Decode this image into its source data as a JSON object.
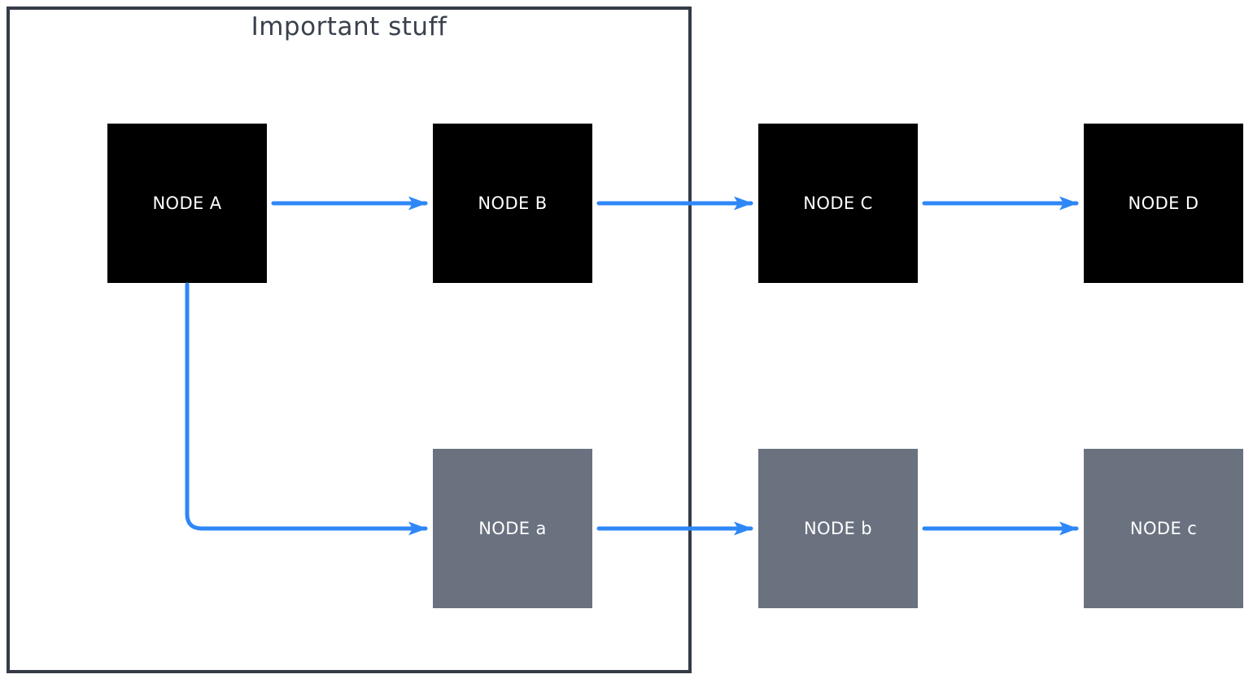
{
  "diagram": {
    "group": {
      "label": "Important stuff"
    },
    "nodes": [
      {
        "id": "A",
        "label": "NODE A",
        "style": "black"
      },
      {
        "id": "B",
        "label": "NODE B",
        "style": "black"
      },
      {
        "id": "C",
        "label": "NODE C",
        "style": "black"
      },
      {
        "id": "D",
        "label": "NODE D",
        "style": "black"
      },
      {
        "id": "a",
        "label": "NODE a",
        "style": "gray"
      },
      {
        "id": "b",
        "label": "NODE b",
        "style": "gray"
      },
      {
        "id": "c",
        "label": "NODE c",
        "style": "gray"
      }
    ],
    "edges": [
      {
        "from": "NODE A",
        "to": "NODE B",
        "shape": "straight-arrow"
      },
      {
        "from": "NODE B",
        "to": "NODE C",
        "shape": "straight-arrow"
      },
      {
        "from": "NODE C",
        "to": "NODE D",
        "shape": "straight-arrow"
      },
      {
        "from": "NODE A",
        "to": "NODE a",
        "shape": "elbow-arrow"
      },
      {
        "from": "NODE a",
        "to": "NODE b",
        "shape": "straight-arrow"
      },
      {
        "from": "NODE b",
        "to": "NODE c",
        "shape": "straight-arrow"
      }
    ],
    "colors": {
      "arrow": "#2E87F7",
      "node_black": "#000000",
      "node_gray": "#6A7280",
      "node_text": "#FFFFFF",
      "group_border": "#353B46",
      "group_title": "#3A414D",
      "background": "#FFFFFF"
    }
  }
}
